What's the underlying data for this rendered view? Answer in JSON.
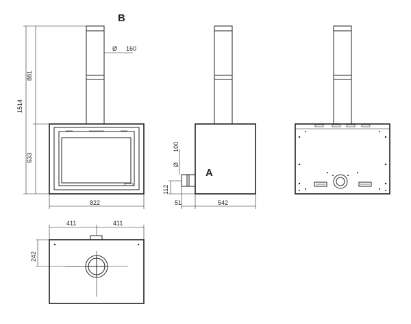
{
  "labels": {
    "view_a": "A",
    "view_b": "B"
  },
  "dimensions": {
    "total_height": "1514",
    "flue_height": "881",
    "body_height": "633",
    "flue_diameter": "160",
    "width": "822",
    "outlet_diameter": "100",
    "outlet_height": "112",
    "outlet_offset": "51",
    "depth": "542",
    "half_width_left": "411",
    "half_width_right": "411",
    "flue_offset_depth": "242",
    "diameter_symbol": "Ø"
  },
  "colors": {
    "line": "#231f20",
    "background": "#ffffff"
  }
}
